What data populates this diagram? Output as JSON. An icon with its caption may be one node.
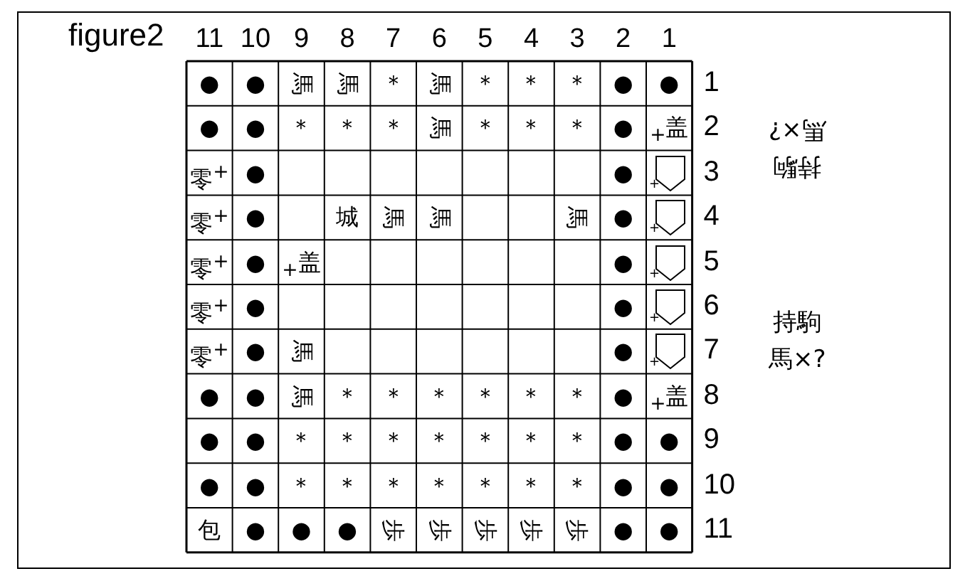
{
  "diagram": {
    "title": "figure2",
    "labels": [
      "11",
      "10",
      "9",
      "8",
      "7",
      "6",
      "5",
      "4",
      "3",
      "2",
      "1",
      "●",
      "●",
      "馬",
      "馬",
      "＊",
      "馬",
      "＊",
      "＊",
      "＊",
      "●",
      "●",
      "1",
      "●",
      "●",
      "＊",
      "＊",
      "＊",
      "馬",
      "＊",
      "＊",
      "＊",
      "●",
      "$_{+}$盖",
      "2",
      "零$^{+}$",
      "●",
      "●",
      "+",
      "3",
      "零$^{+}$",
      "●",
      "城",
      "馬",
      "馬",
      "馬",
      "●",
      "+",
      "4",
      "零$^{+}$",
      "●",
      "$_{+}$盖",
      "●",
      "+",
      "5",
      "零$^{+}$",
      "●",
      "●",
      "+",
      "6",
      "零$^{+}$",
      "●",
      "馬",
      "●",
      "+",
      "7",
      "●",
      "●",
      "馬",
      "＊",
      "＊",
      "＊",
      "＊",
      "＊",
      "＊",
      "●",
      "$_{+}$盖",
      "8",
      "●",
      "●",
      "＊",
      "＊",
      "＊",
      "＊",
      "＊",
      "＊",
      "＊",
      "●",
      "●",
      "9",
      "●",
      "●",
      "＊",
      "＊",
      "＊",
      "＊",
      "＊",
      "＊",
      "＊",
      "●",
      "●",
      "10",
      "包",
      "●",
      "●",
      "●",
      "歩",
      "歩",
      "歩",
      "歩",
      "歩",
      "●",
      "●",
      "11",
      "持駒",
      "馬×?",
      "持駒",
      "馬×?"
    ]
  }
}
